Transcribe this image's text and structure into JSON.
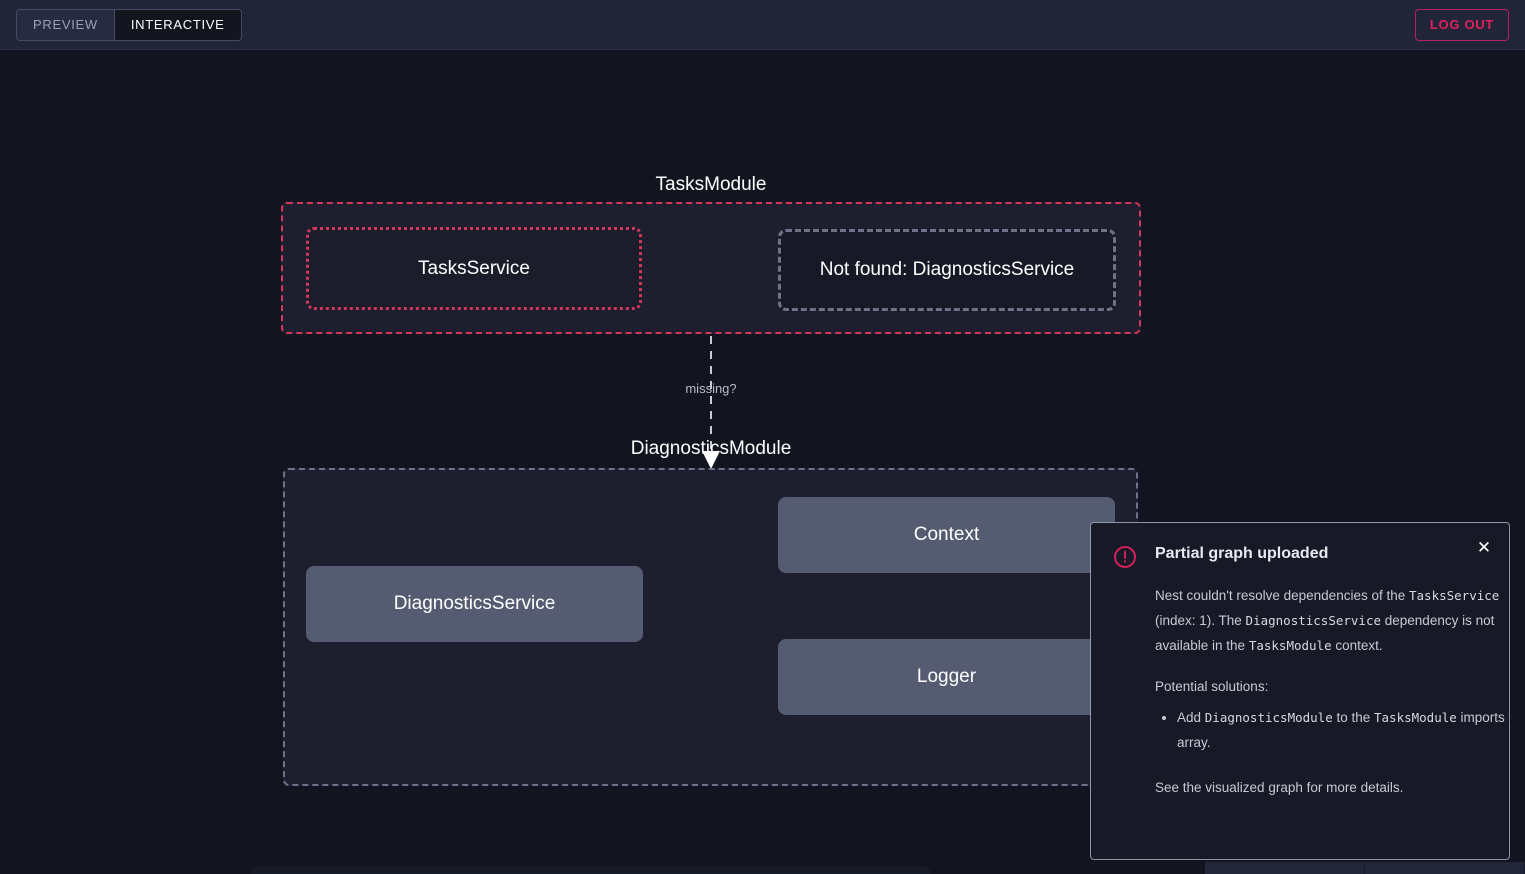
{
  "header": {
    "tabs": [
      {
        "label": "PREVIEW",
        "active": false
      },
      {
        "label": "INTERACTIVE",
        "active": true
      }
    ],
    "logout_label": "LOG OUT"
  },
  "graph": {
    "modules": [
      {
        "id": "tasks-module",
        "label": "TasksModule",
        "state": "error"
      },
      {
        "id": "diagnostics-module",
        "label": "DiagnosticsModule",
        "state": "ok"
      }
    ],
    "nodes": [
      {
        "id": "tasks-service",
        "label": "TasksService",
        "style": "error-dotted",
        "module": "tasks-module"
      },
      {
        "id": "not-found-diagnostics-service",
        "label": "Not found: DiagnosticsService",
        "style": "not-found",
        "module": "tasks-module"
      },
      {
        "id": "diagnostics-service",
        "label": "DiagnosticsService",
        "style": "solid",
        "module": "diagnostics-module"
      },
      {
        "id": "context",
        "label": "Context",
        "style": "solid",
        "module": "diagnostics-module"
      },
      {
        "id": "logger",
        "label": "Logger",
        "style": "solid",
        "module": "diagnostics-module"
      }
    ],
    "edges": [
      {
        "from": "tasks-service",
        "to": "not-found-diagnostics-service",
        "label": "",
        "color": "#d6365c"
      },
      {
        "from": "tasks-module",
        "to": "diagnostics-module",
        "label": "missing?",
        "color": "#c9cdda"
      },
      {
        "from": "diagnostics-service",
        "to": "context",
        "label": "",
        "color": "#8b8f9f"
      },
      {
        "from": "diagnostics-service",
        "to": "logger",
        "label": "",
        "color": "#8b8f9f"
      }
    ],
    "edge_labels": {
      "missing": "missing?"
    }
  },
  "toast": {
    "icon": "alert-circle-icon",
    "title": "Partial graph uploaded",
    "close_label": "✕",
    "paragraph_1": {
      "t1": "Nest couldn't resolve dependencies of the ",
      "c1": "TasksService",
      "t2": " (index: 1). The ",
      "c2": "DiagnosticsService",
      "t3": " dependency is not available in the ",
      "c3": "TasksModule",
      "t4": " context."
    },
    "solutions_heading": "Potential solutions:",
    "solutions": [
      {
        "t1": "Add ",
        "c1": "DiagnosticsModule",
        "t2": " to the ",
        "c2": "TasksModule",
        "t3": " imports array."
      }
    ],
    "footer": "See the visualized graph for more details."
  },
  "colors": {
    "accent_error": "#d6365c",
    "canvas_bg": "#12141f",
    "header_bg": "#222538",
    "node_fill": "#555b70",
    "module_fill": "#1d1f2e",
    "module_ok_border": "#6d7489"
  }
}
